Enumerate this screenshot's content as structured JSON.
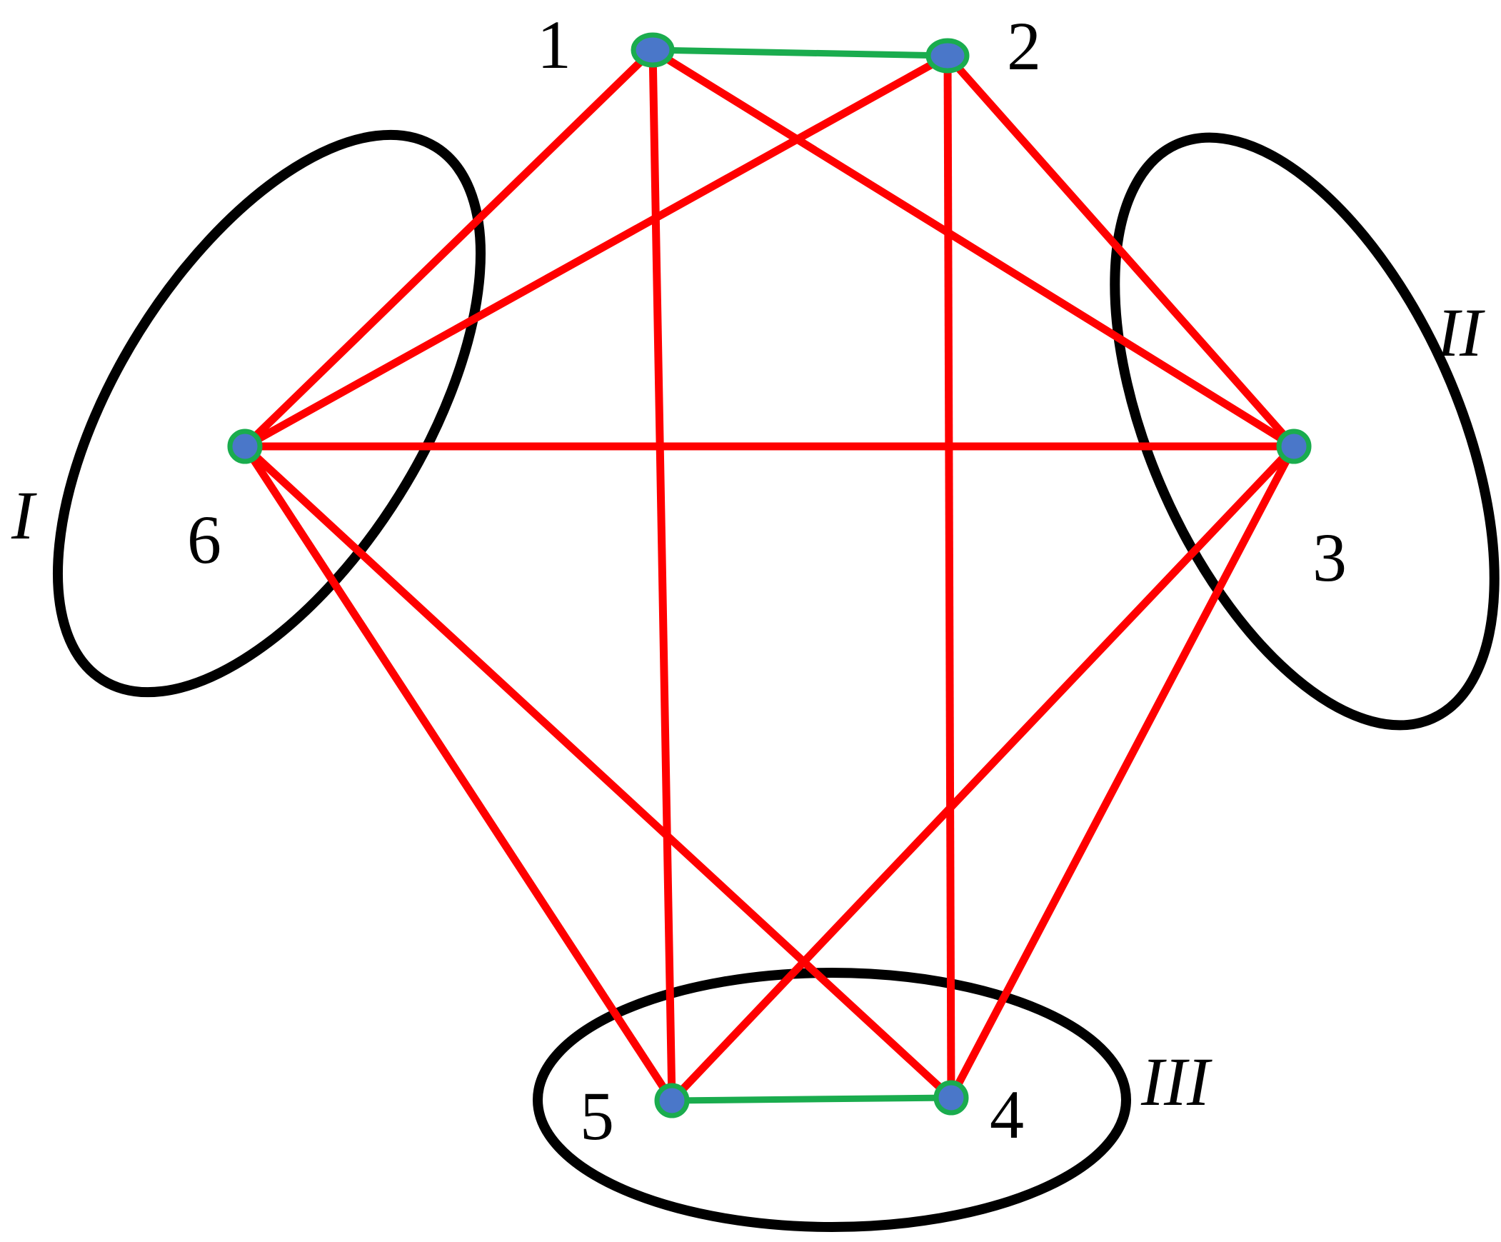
{
  "colors": {
    "cross_edge": "#ff0000",
    "intra_edge": "#1aac4e",
    "node_fill": "#4a77c9",
    "node_stroke": "#1aac4e",
    "group_outline": "#000000",
    "background": "#ffffff"
  },
  "nodes": [
    {
      "id": "1",
      "label": "1"
    },
    {
      "id": "2",
      "label": "2"
    },
    {
      "id": "3",
      "label": "3"
    },
    {
      "id": "4",
      "label": "4"
    },
    {
      "id": "5",
      "label": "5"
    },
    {
      "id": "6",
      "label": "6"
    }
  ],
  "edges": [
    {
      "from": "1",
      "to": "2",
      "kind": "intra"
    },
    {
      "from": "5",
      "to": "4",
      "kind": "intra"
    },
    {
      "from": "1",
      "to": "6",
      "kind": "cross"
    },
    {
      "from": "1",
      "to": "5",
      "kind": "cross"
    },
    {
      "from": "1",
      "to": "3",
      "kind": "cross"
    },
    {
      "from": "2",
      "to": "6",
      "kind": "cross"
    },
    {
      "from": "2",
      "to": "4",
      "kind": "cross"
    },
    {
      "from": "2",
      "to": "3",
      "kind": "cross"
    },
    {
      "from": "6",
      "to": "3",
      "kind": "cross"
    },
    {
      "from": "6",
      "to": "5",
      "kind": "cross"
    },
    {
      "from": "6",
      "to": "4",
      "kind": "cross"
    },
    {
      "from": "3",
      "to": "5",
      "kind": "cross"
    },
    {
      "from": "3",
      "to": "4",
      "kind": "cross"
    }
  ],
  "groups": [
    {
      "id": "I",
      "label": "I"
    },
    {
      "id": "II",
      "label": "II"
    },
    {
      "id": "III",
      "label": "III"
    }
  ]
}
